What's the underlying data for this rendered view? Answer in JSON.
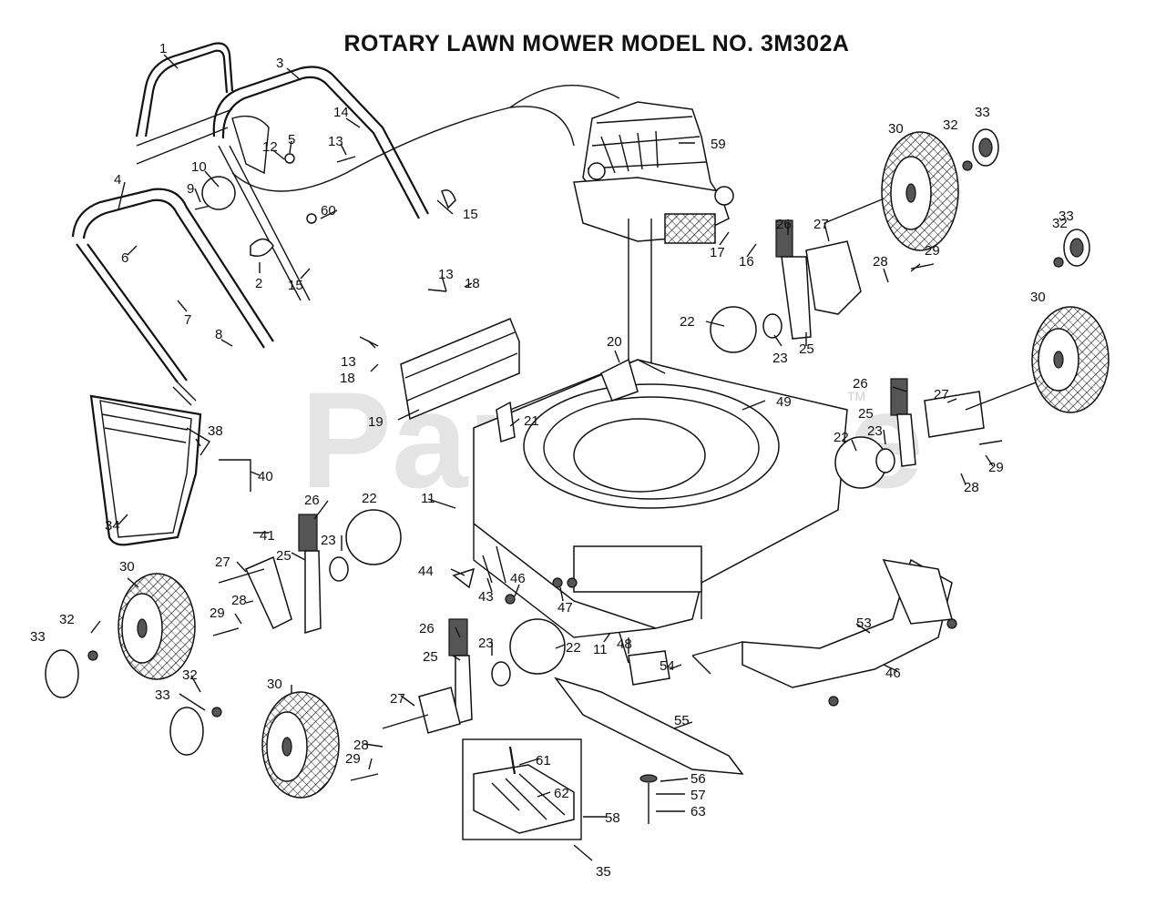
{
  "title": "ROTARY LAWN MOWER MODEL NO.  3M302A",
  "watermark": "PartsTree",
  "watermark_tm": "TM",
  "callouts": [
    "1",
    "3",
    "14",
    "12",
    "5",
    "13",
    "59",
    "30",
    "32",
    "33",
    "10",
    "9",
    "4",
    "60",
    "15",
    "17",
    "16",
    "26",
    "27",
    "29",
    "28",
    "6",
    "2",
    "15",
    "13",
    "18",
    "32",
    "33",
    "7",
    "8",
    "22",
    "23",
    "25",
    "30",
    "13",
    "18",
    "20",
    "19",
    "21",
    "49",
    "26",
    "25",
    "27",
    "23",
    "22",
    "29",
    "28",
    "38",
    "40",
    "26",
    "22",
    "11",
    "41",
    "23",
    "34",
    "25",
    "44",
    "43",
    "46",
    "47",
    "27",
    "30",
    "28",
    "29",
    "53",
    "46",
    "26",
    "23",
    "22",
    "11",
    "48",
    "32",
    "33",
    "25",
    "54",
    "33",
    "32",
    "30",
    "27",
    "55",
    "28",
    "29",
    "61",
    "56",
    "62",
    "57",
    "58",
    "63",
    "35"
  ],
  "colors": {
    "ink": "#111111",
    "watermark": "#cfcfcf",
    "background": "#ffffff"
  }
}
